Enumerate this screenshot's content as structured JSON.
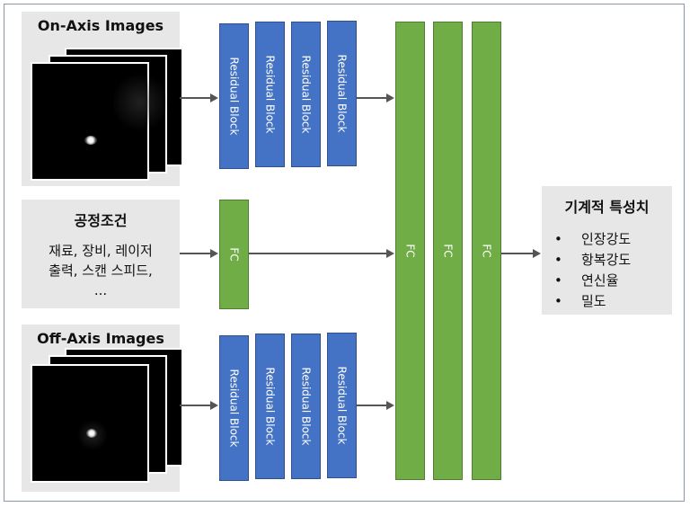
{
  "inputs": {
    "on_axis": {
      "title": "On-Axis Images"
    },
    "conditions": {
      "title": "공정조건",
      "lines": [
        "재료, 장비, 레이저",
        "출력, 스캔 스피드,",
        "..."
      ]
    },
    "off_axis": {
      "title": "Off-Axis Images"
    }
  },
  "residual_label": "Residual Block",
  "fc_label": "FC",
  "output": {
    "title": "기계적 특성치",
    "items": [
      "인장강도",
      "항복강도",
      "연신율",
      "밀도"
    ]
  },
  "colors": {
    "residual_block": "#4472c4",
    "fc_layer": "#70ad47",
    "panel": "#e7e7e7",
    "frame": "#8a96ad"
  }
}
